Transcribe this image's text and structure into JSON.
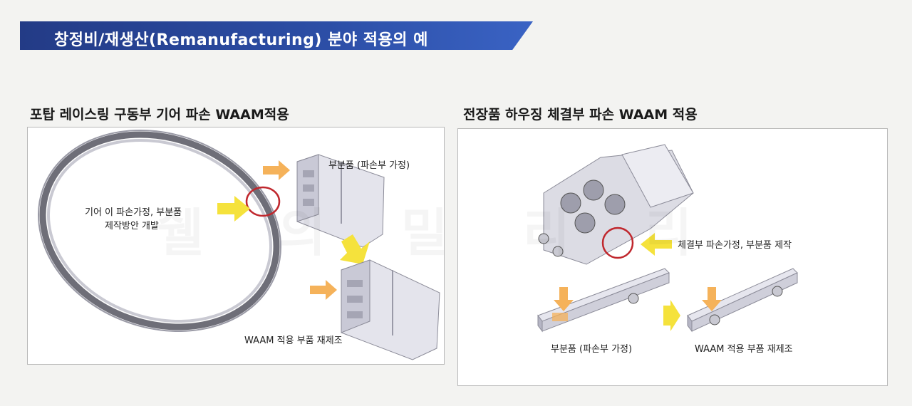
{
  "banner": {
    "title": "창정비/재생산(Remanufacturing) 분야 적용의 예"
  },
  "left": {
    "title": "포탑 레이스링 구동부 기어 파손 WAAM적용",
    "callout_line1": "기어 이 파손가정, 부분품",
    "callout_line2": "제작방안 개발",
    "part_label": "부분품 (파손부 가정)",
    "result_label": "WAAM 적용 부품 재제조"
  },
  "right": {
    "title": "전장품  하우징 체결부 파손 WAAM 적용",
    "callout": "체결부 파손가정, 부분품 제작",
    "part_label": "부분품 (파손부 가정)",
    "result_label": "WAAM 적용 부품 재제조"
  },
  "watermark": "쉘 의 밀 리 리",
  "colors": {
    "banner": "#2c4ea6",
    "arrow_yellow": "#f5e23c",
    "arrow_orange": "#f5b25a",
    "highlight_circle": "#c0272d"
  }
}
